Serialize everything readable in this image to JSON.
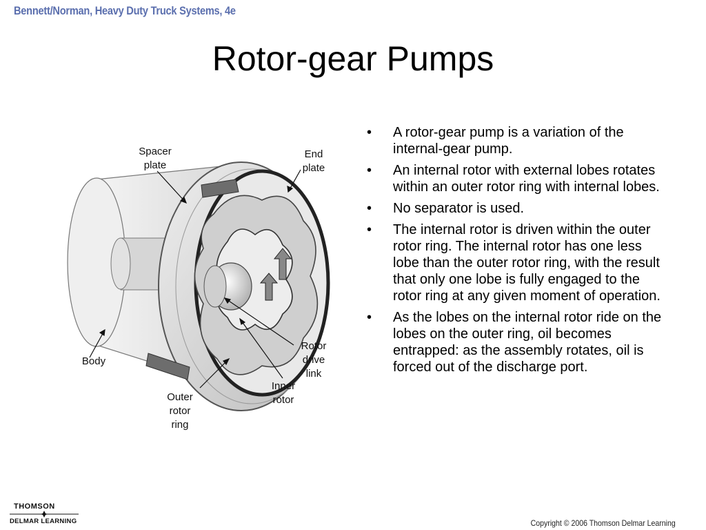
{
  "header": {
    "text": "Bennett/Norman, Heavy Duty Truck Systems, 4e"
  },
  "slide": {
    "title": "Rotor-gear Pumps"
  },
  "diagram": {
    "labels": {
      "spacer_plate": "Spacer\nplate",
      "end_plate": "End\nplate",
      "body": "Body",
      "rotor_drive_link": "Rotor\ndrive\nlink",
      "inner_rotor": "Inner\nrotor",
      "outer_rotor_ring": "Outer\nrotor\nring"
    }
  },
  "bullets": {
    "marker": "•",
    "items": [
      "A rotor-gear pump is a variation of the internal-gear pump.",
      "An internal rotor with external lobes rotates within an outer rotor ring with internal lobes.",
      "No separator is used.",
      "The internal rotor is driven within the outer rotor ring. The internal rotor has one less lobe than the outer rotor ring, with the result that only one lobe is fully engaged to the rotor ring at any given moment of operation.",
      "As the lobes on the internal rotor ride on the lobes on the outer ring, oil becomes entrapped: as the assembly rotates, oil is forced out of the discharge port."
    ]
  },
  "footer": {
    "logo_top": "THOMSON",
    "logo_bottom": "DELMAR LEARNING",
    "copyright": "Copyright © 2006 Thomson Delmar Learning"
  }
}
